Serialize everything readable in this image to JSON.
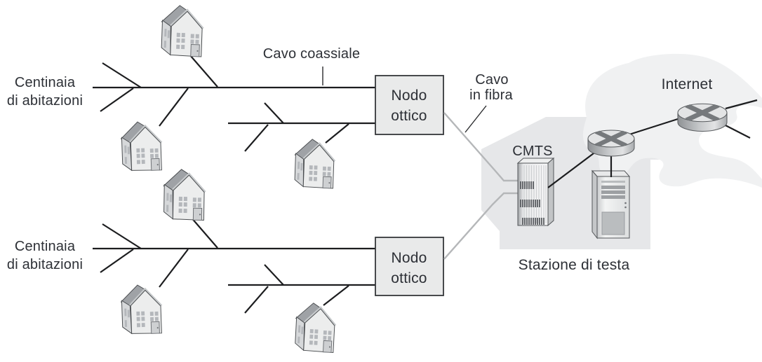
{
  "labels": {
    "homes_top": [
      "Centinaia",
      "di abitazioni"
    ],
    "homes_bottom": [
      "Centinaia",
      "di abitazioni"
    ],
    "coax_cable": "Cavo coassiale",
    "fiber_cable": [
      "Cavo",
      "in fibra"
    ],
    "optical_node_top": [
      "Nodo",
      "ottico"
    ],
    "optical_node_bottom": [
      "Nodo",
      "ottico"
    ],
    "cmts": "CMTS",
    "head_end": "Stazione di testa",
    "internet": "Internet"
  },
  "colors": {
    "coax_line": "#1c1d1f",
    "fiber_line": "#b5b7b9",
    "optical_node_fill": "#e9eaea",
    "optical_node_border": "#35373a",
    "text": "#2d3036",
    "head_end_silhouette": "#e6e7e9",
    "internet_cloud": "#f0f1f2",
    "house_roof": "#9fa2a6",
    "house_wall": "#eceded"
  }
}
